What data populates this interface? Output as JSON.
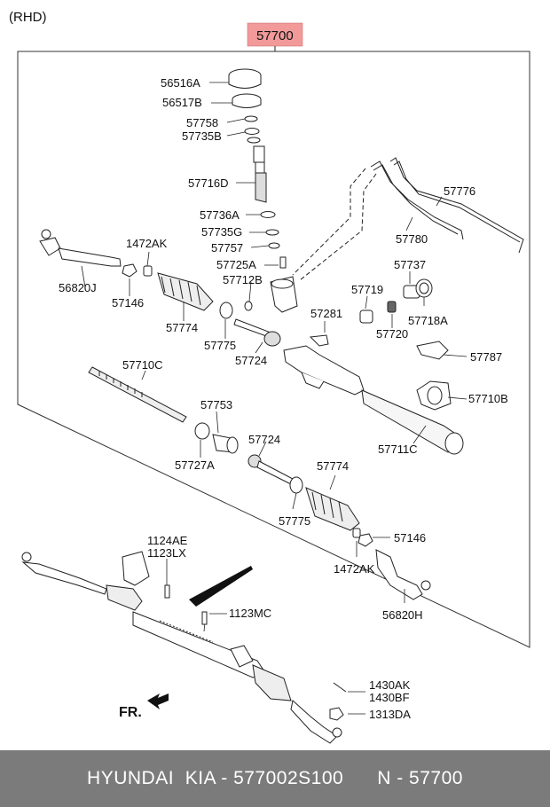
{
  "variant": "(RHD)",
  "assembly_number": "57700",
  "direction_label": "FR.",
  "labels": {
    "p56516A": "56516A",
    "p56517B": "56517B",
    "p57758": "57758",
    "p57735B": "57735B",
    "p57716D": "57716D",
    "p57736A": "57736A",
    "p57735G": "57735G",
    "p57757": "57757",
    "p57725A": "57725A",
    "p57712B": "57712B",
    "p57776": "57776",
    "p57780": "57780",
    "p57737": "57737",
    "p57719": "57719",
    "p57718A": "57718A",
    "p57720": "57720",
    "p57281": "57281",
    "p1472AK_top": "1472AK",
    "p56820J": "56820J",
    "p57146_top": "57146",
    "p57774_top": "57774",
    "p57775_top": "57775",
    "p57724_top": "57724",
    "p57710C": "57710C",
    "p57787": "57787",
    "p57710B": "57710B",
    "p57753": "57753",
    "p57727A": "57727A",
    "p57711C": "57711C",
    "p57724_bot": "57724",
    "p57774_bot": "57774",
    "p57775_bot": "57775",
    "p57146_bot": "57146",
    "p1472AK_bot": "1472AK",
    "p56820H": "56820H",
    "p1124AE": "1124AE",
    "p1123LX": "1123LX",
    "p1123MC": "1123MC",
    "p1430AK": "1430AK",
    "p1430BF": "1430BF",
    "p1313DA": "1313DA"
  },
  "footer": {
    "text": "HYUNDAI  KIA - 577002S100      N - 57700"
  },
  "colors": {
    "assembly_box": "#f29a9a",
    "footer_bg": "#7b7b7b"
  }
}
